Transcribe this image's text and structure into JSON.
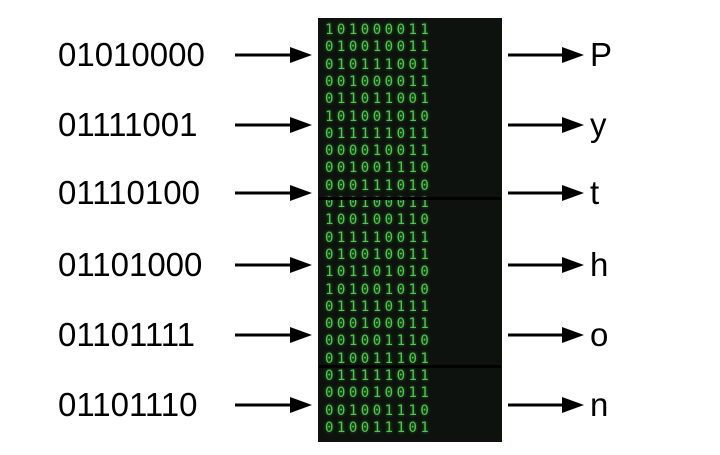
{
  "rows": [
    {
      "binary": "01010000",
      "char": "P"
    },
    {
      "binary": "01111001",
      "char": "y"
    },
    {
      "binary": "01110100",
      "char": "t"
    },
    {
      "binary": "01101000",
      "char": "h"
    },
    {
      "binary": "01101111",
      "char": "o"
    },
    {
      "binary": "01101110",
      "char": "n"
    }
  ],
  "matrix_lines": [
    "101000011",
    "010010011",
    "010111001",
    "001000011",
    "011011001",
    "101001010",
    "011111011",
    "000010011",
    "001001110",
    "000111010",
    "010100011",
    "100100110",
    "011110011",
    "010010011",
    "101101010",
    "101001010",
    "011110111",
    "000100011",
    "001001110",
    "010011101",
    "011111011",
    "000010011",
    "001001110",
    "010011101"
  ]
}
